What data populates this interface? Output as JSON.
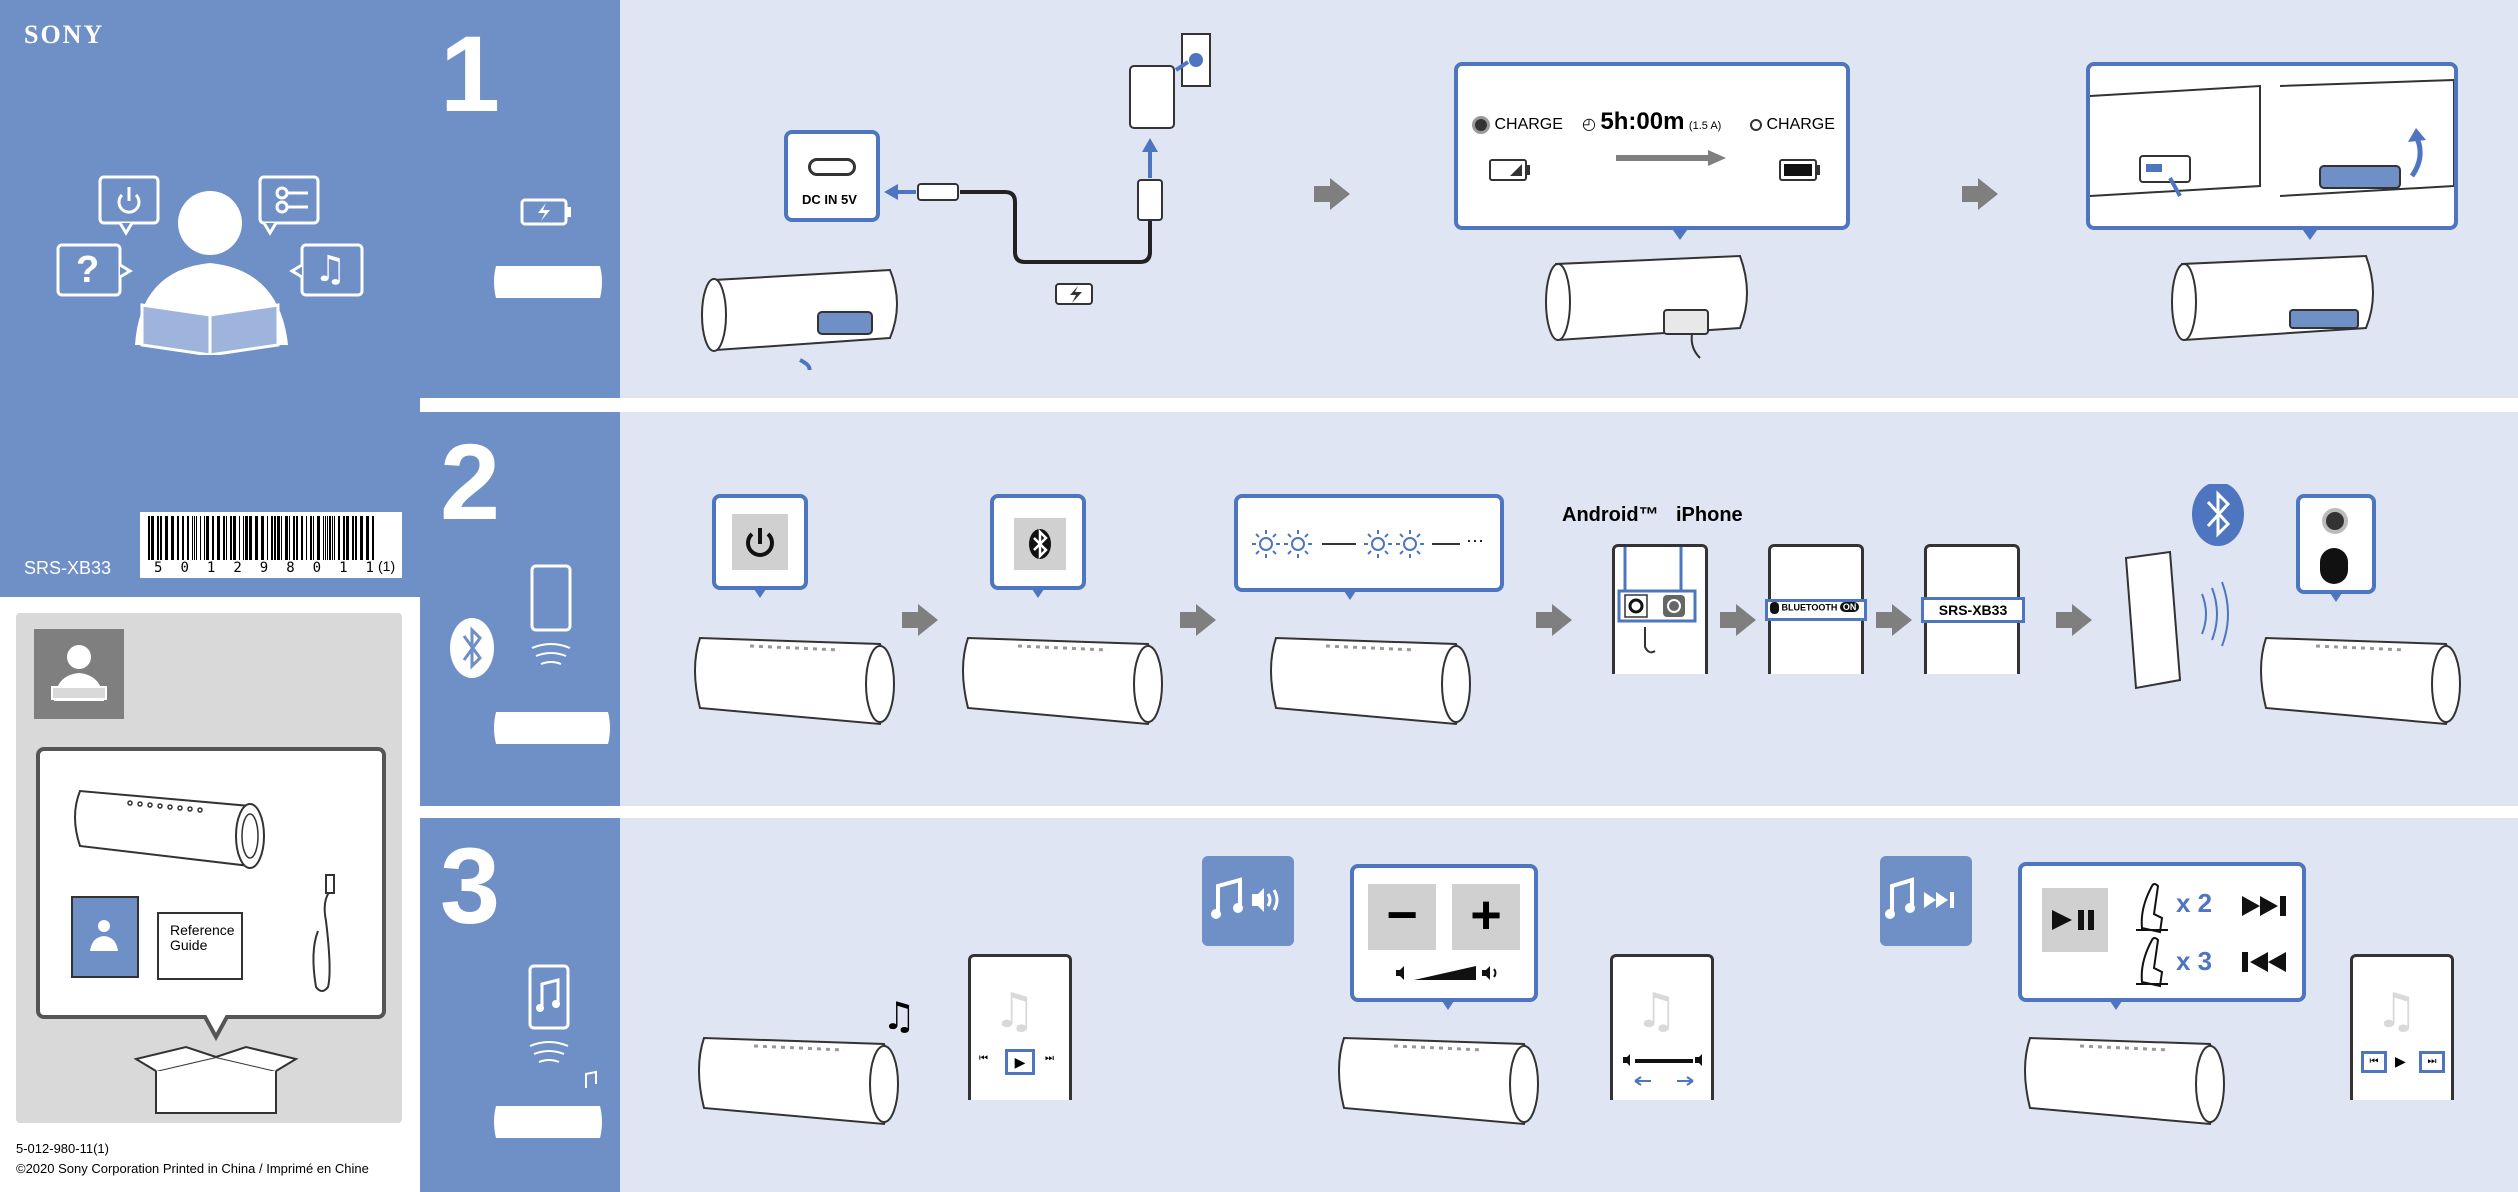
{
  "brand": "SONY",
  "model": "SRS-XB33",
  "barcode": {
    "digits": [
      "5",
      "0",
      "1",
      "2",
      "9",
      "8",
      "0",
      "1",
      "1"
    ],
    "suffix": "(1)"
  },
  "footer": {
    "doc_code": "5-012-980-11(1)",
    "copyright": "©2020 Sony Corporation Printed in China / Imprimé en Chine"
  },
  "box_contents": {
    "guide_label_line1": "Reference",
    "guide_label_line2": "Guide"
  },
  "help_icons": {
    "question": "?",
    "music": "♫"
  },
  "steps": [
    {
      "number": "1"
    },
    {
      "number": "2"
    },
    {
      "number": "3"
    }
  ],
  "step1": {
    "port_label": "DC IN 5V",
    "charge_left": "CHARGE",
    "charge_time": "5h:00m",
    "charge_current": "(1.5 A)",
    "charge_right": "CHARGE"
  },
  "step2": {
    "android_label": "Android™",
    "iphone_label": "iPhone",
    "bluetooth_label": "BLUETOOTH",
    "on_label": "ON",
    "device_name": "SRS-XB33",
    "blink_dash": "—",
    "ellipsis": "···"
  },
  "step3": {
    "note": "♫",
    "minus": "−",
    "plus": "+",
    "times2": "x 2",
    "times3": "x 3"
  },
  "colors": {
    "panel_blue": "#6f8fc7",
    "light_bg": "#dfe5f2",
    "accent_blue": "#4e75bf",
    "arrow_gray": "#7f7f7f"
  }
}
